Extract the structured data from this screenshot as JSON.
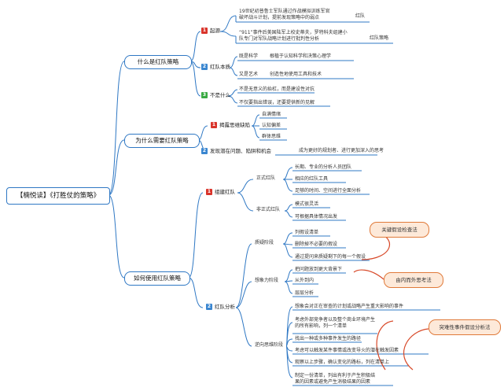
{
  "root": "【楠悦读】《打胜仗的策略》",
  "topics": {
    "what": "什么是红队策略",
    "why": "为什么需要红队策略",
    "how": "如何使用红队策略"
  },
  "badges": {
    "one": "1",
    "two": "2",
    "three": "3"
  },
  "what": {
    "origin": "起源",
    "origin_item1_line1": "19世纪初普鲁士军队通过作战模拟训练军官",
    "origin_item1_line2": "破坏战斗计划，提前发现策略中的弱点",
    "origin_item1_tag": "红队",
    "origin_item2_line1": "“911”事件后美国陆军上校史蒂夫，罗特科夫组建小",
    "origin_item2_line2": "队专门对军队战略计划进行批判性分析",
    "origin_item2_tag": "红队策略",
    "essence": "红队本质",
    "essence_a": "既是科学",
    "essence_a_desc": "根植于认知科学和决策心理学",
    "essence_b": "又是艺术",
    "essence_b_desc": "创造性地使用工具和技术",
    "not": "不是什么",
    "not_1": "不是无意义的抬杠，而是建设性对抗",
    "not_2": "不仅要指出错误，还要提供新的见解"
  },
  "why": {
    "reveal": "揭露思维缺陷",
    "reveal_1": "自满情绪",
    "reveal_2": "认知偏差",
    "reveal_3": "群体思维",
    "discover": "发现潜在问题、陷阱和机会",
    "discover_desc": "成为更好的规划者、进行更加深入的思考"
  },
  "how": {
    "build": "组建红队",
    "formal": "正式红队",
    "formal_1": "长期、专业的分析人员团队",
    "formal_2": "相应的红队工具",
    "formal_3": "足够的时间、空间进行全面分析",
    "informal": "非正式红队",
    "informal_1": "模式很灵活",
    "informal_2": "可根据具体情况出发",
    "analysis": "红队分析",
    "question": "质疑阶段",
    "question_1": "列假设清单",
    "question_2": "删除掉不必要的假设",
    "question_3": "通过提问来质疑剩下的每一个假设",
    "imagine": "想象力阶段",
    "imagine_1": "把问题放到更大背景下",
    "imagine_2": "从外到内",
    "imagine_3": "层层分析",
    "reverse": "逆向思维阶段",
    "reverse_1": "想象会对正在审查的计划或战略产生重大影响的事件",
    "reverse_2a": "考虑外部竞争者以及整个商业环境产生",
    "reverse_2b": "的所有影响，列一个清单",
    "reverse_3": "找出一种或多种事件发生的路径",
    "reverse_4": "考虑可以触发某件事情或改变导火的潜在触发因素",
    "reverse_5": "观察以上步骤，确认变化的路标，列在清单上",
    "reverse_6a": "制定一份清单，列出有利于产生积极结",
    "reverse_6b": "果的因素或避免产生消极结果的因素"
  },
  "callouts": {
    "key_assumption": "关键假设检查法",
    "outside_in": "由内而外思考法",
    "high_impact": "突难性事件假设分析法"
  },
  "colors": {
    "branch": "#2f78c4",
    "badge_red": "#d9342b",
    "badge_blue": "#3a86d0",
    "badge_green": "#3aaa43",
    "callout_border": "#e07a3a",
    "callout_fill": "#fde9d9"
  }
}
